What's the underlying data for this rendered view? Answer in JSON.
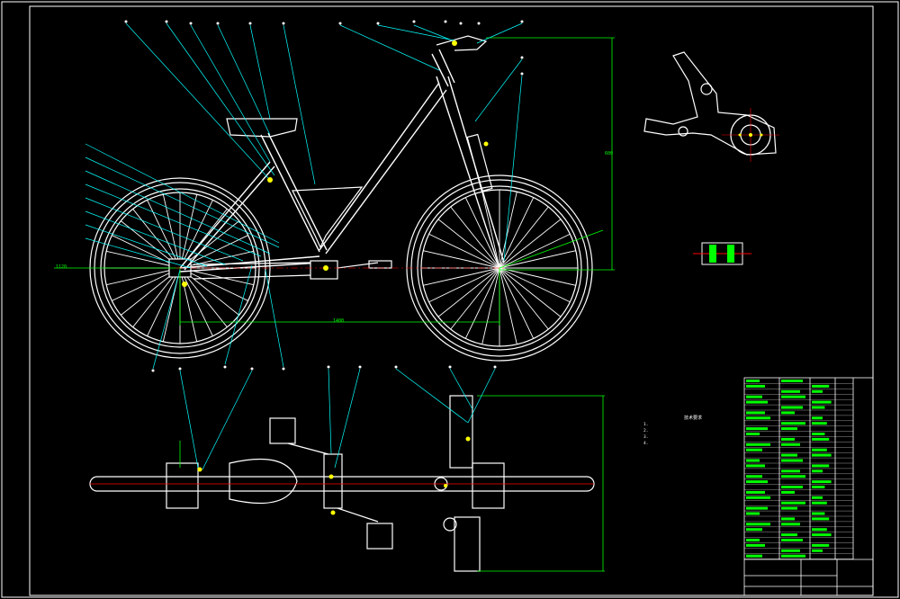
{
  "drawing": {
    "title": "",
    "dimensions": [
      "1120",
      "1400",
      "600"
    ],
    "tech_notes": {
      "heading": "技术要求",
      "lines": [
        "1.",
        "2.",
        "3.",
        "4."
      ]
    }
  },
  "colors": {
    "background": "#000000",
    "outline": "#ffffff",
    "leader": "#00ffff",
    "dimension": "#00ff00",
    "centerline": "#ff0000",
    "part_fill": "#ffff00",
    "title_block_fill": "#00ff00"
  },
  "icons": [
    "crank-arm-detail",
    "hub-section-detail",
    "title-block"
  ]
}
